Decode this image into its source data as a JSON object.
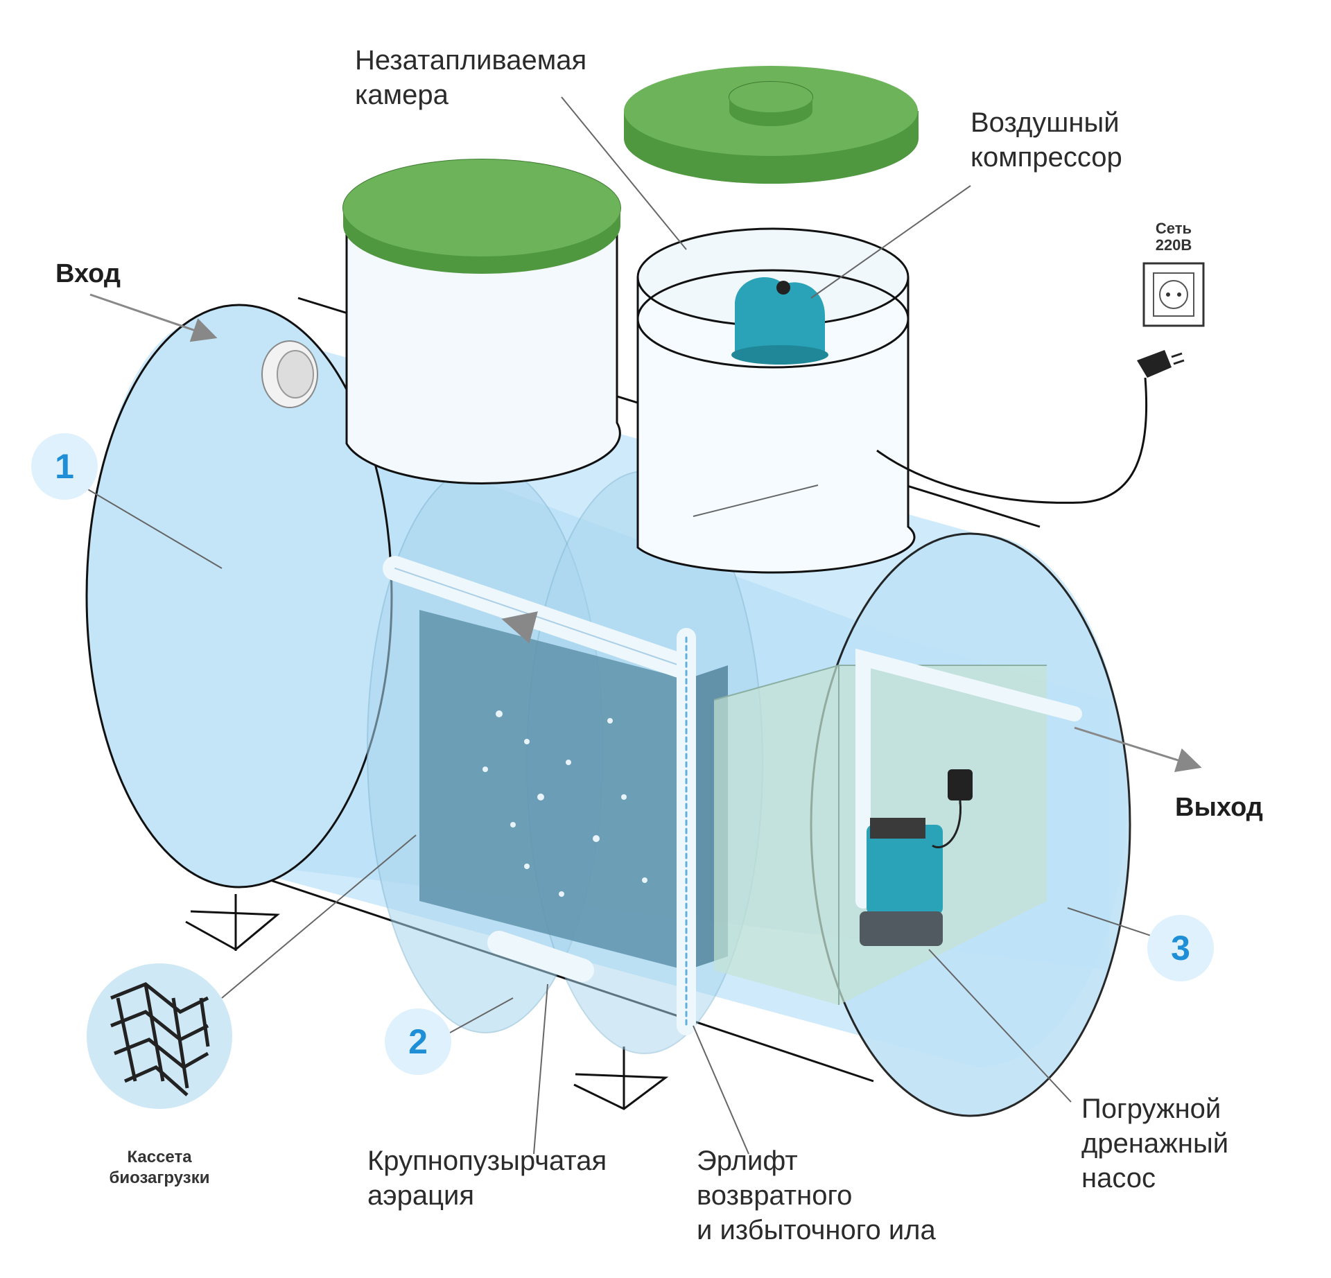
{
  "labels": {
    "inlet": "Вход",
    "outlet": "Выход",
    "chamber": [
      "Незатапливаемая",
      "камера"
    ],
    "compressor": [
      "Воздушный",
      "компрессор"
    ],
    "power": [
      "Сеть",
      "220В"
    ],
    "cassette": [
      "Кассета",
      "биозагрузки"
    ],
    "aeration": [
      "Крупнопузырчатая",
      "аэрация"
    ],
    "airlift": [
      "Эрлифт",
      "возвратного",
      "и избыточного ила"
    ],
    "pump": [
      "Погружной",
      "дренажный",
      "насос"
    ]
  },
  "badges": [
    "1",
    "2",
    "3"
  ],
  "colors": {
    "water": "#bde3f7",
    "lid": "#6db35a",
    "compressor": "#2aa3b8",
    "badge_text": "#1e8fd6",
    "badge_bg": "#dff1fc"
  }
}
